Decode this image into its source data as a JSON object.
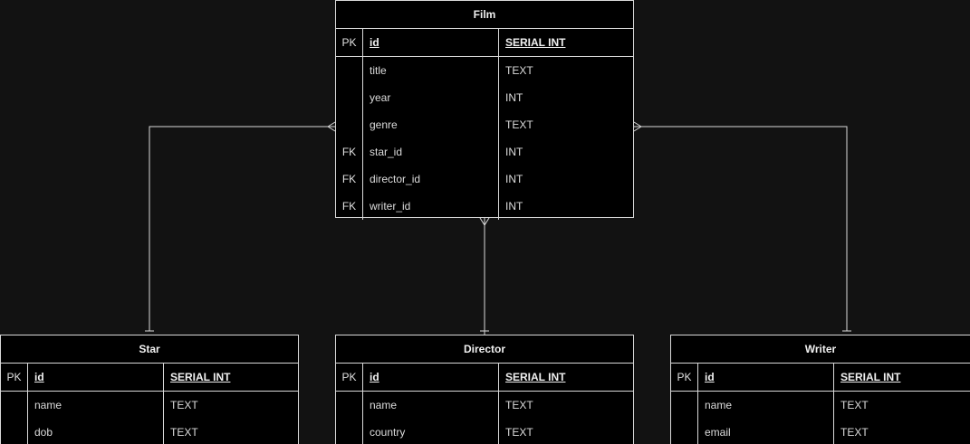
{
  "diagram": {
    "line_color": "#d9d9d9",
    "background": "#121212",
    "entities": [
      {
        "id": "film",
        "title": "Film",
        "rows": [
          {
            "key": "PK",
            "name": "id",
            "type": "SERIAL INT",
            "primary": true
          },
          {
            "key": "",
            "name": "title",
            "type": "TEXT"
          },
          {
            "key": "",
            "name": "year",
            "type": "INT"
          },
          {
            "key": "",
            "name": "genre",
            "type": "TEXT"
          },
          {
            "key": "FK",
            "name": "star_id",
            "type": "INT"
          },
          {
            "key": "FK",
            "name": "director_id",
            "type": "INT"
          },
          {
            "key": "FK",
            "name": "writer_id",
            "type": "INT"
          }
        ]
      },
      {
        "id": "star",
        "title": "Star",
        "rows": [
          {
            "key": "PK",
            "name": "id",
            "type": "SERIAL INT",
            "primary": true
          },
          {
            "key": "",
            "name": "name",
            "type": "TEXT"
          },
          {
            "key": "",
            "name": "dob",
            "type": "TEXT"
          }
        ]
      },
      {
        "id": "director",
        "title": "Director",
        "rows": [
          {
            "key": "PK",
            "name": "id",
            "type": "SERIAL INT",
            "primary": true
          },
          {
            "key": "",
            "name": "name",
            "type": "TEXT"
          },
          {
            "key": "",
            "name": "country",
            "type": "TEXT"
          }
        ]
      },
      {
        "id": "writer",
        "title": "Writer",
        "rows": [
          {
            "key": "PK",
            "name": "id",
            "type": "SERIAL INT",
            "primary": true
          },
          {
            "key": "",
            "name": "name",
            "type": "TEXT"
          },
          {
            "key": "",
            "name": "email",
            "type": "TEXT"
          }
        ]
      }
    ],
    "relationships": [
      {
        "from": "star",
        "to": "film",
        "from_cardinality": "one",
        "to_cardinality": "many"
      },
      {
        "from": "director",
        "to": "film",
        "from_cardinality": "one",
        "to_cardinality": "many"
      },
      {
        "from": "writer",
        "to": "film",
        "from_cardinality": "one",
        "to_cardinality": "many"
      }
    ]
  }
}
